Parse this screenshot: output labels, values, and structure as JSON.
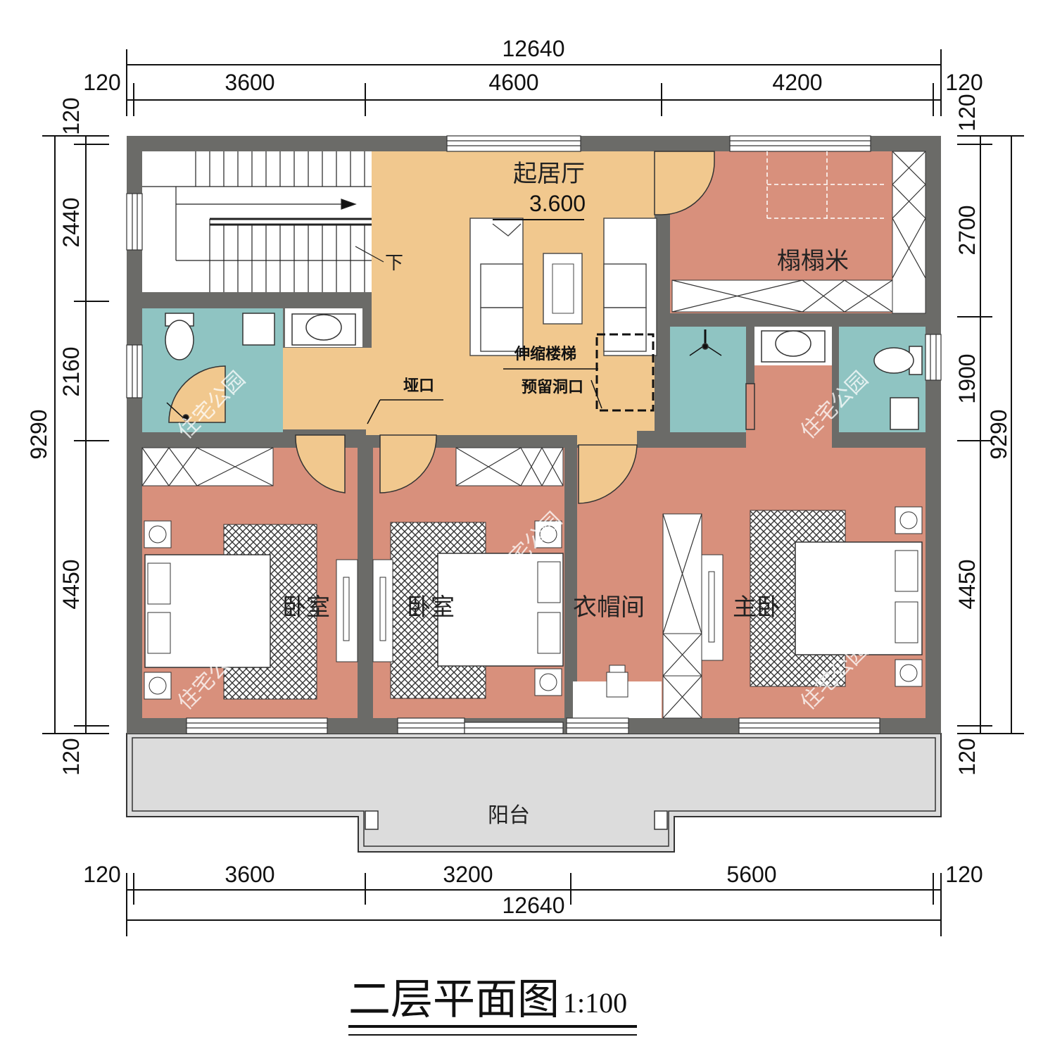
{
  "title": "二层平面图",
  "scale": "1:100",
  "colors": {
    "living": "#f1c88e",
    "bedroom": "#d8907c",
    "bath": "#8fc4c2",
    "wall": "#6b6b68",
    "balcony": "#dcdcdc",
    "furniture": "#ffffff"
  },
  "rooms": {
    "living": "起居厅",
    "elevation": "3.600",
    "tatami": "榻榻米",
    "bedroom1": "卧室",
    "bedroom2": "卧室",
    "closet": "衣帽间",
    "master": "主卧",
    "balcony": "阳台",
    "down": "下",
    "shaft": "垭口",
    "stair_note1": "伸缩楼梯",
    "stair_note2": "预留洞口"
  },
  "watermark": "住宅公园",
  "dimensions": {
    "top_total": "12640",
    "top_left_edge": "120",
    "top_right_edge": "120",
    "top_segments": [
      "3600",
      "4600",
      "4200"
    ],
    "bottom_total": "12640",
    "bottom_left_edge": "120",
    "bottom_right_edge": "120",
    "bottom_segments": [
      "3600",
      "3200",
      "5600"
    ],
    "left_total": "9290",
    "left_top_edge": "120",
    "left_bottom_edge": "120",
    "left_segments": [
      "2440",
      "2160",
      "4450"
    ],
    "right_total": "9290",
    "right_top_edge": "120",
    "right_bottom_edge": "120",
    "right_segments": [
      "2700",
      "1900",
      "4450"
    ]
  }
}
